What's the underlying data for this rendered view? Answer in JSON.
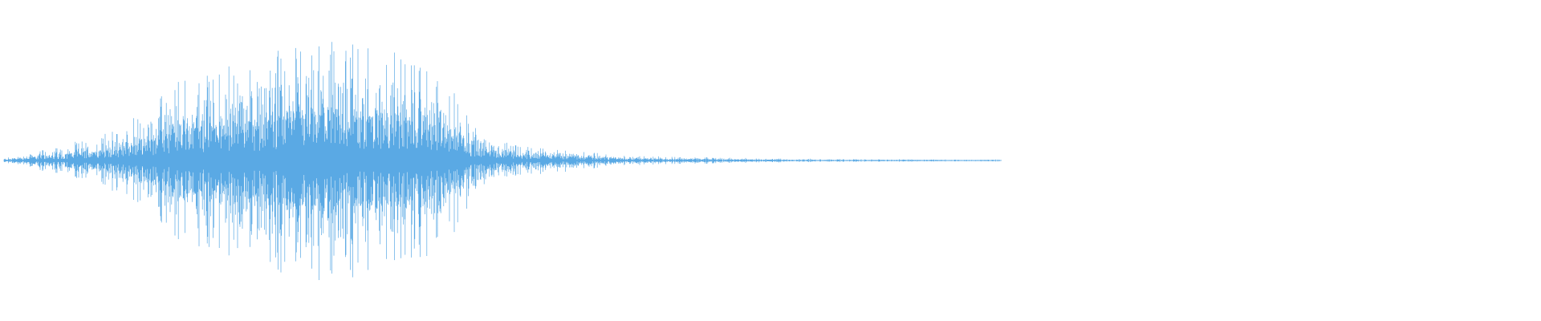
{
  "waveform": {
    "color": "#5aa9e4",
    "background": "#ffffff",
    "duration_fraction_with_signal": 0.65,
    "peak_amplitude": 0.8,
    "envelope": [
      {
        "t": 0.0,
        "amp": 0.01
      },
      {
        "t": 0.02,
        "amp": 0.05
      },
      {
        "t": 0.04,
        "amp": 0.1
      },
      {
        "t": 0.06,
        "amp": 0.14
      },
      {
        "t": 0.08,
        "amp": 0.22
      },
      {
        "t": 0.1,
        "amp": 0.37
      },
      {
        "t": 0.118,
        "amp": 0.55
      },
      {
        "t": 0.16,
        "amp": 0.66
      },
      {
        "t": 0.205,
        "amp": 0.8
      },
      {
        "t": 0.25,
        "amp": 0.74
      },
      {
        "t": 0.28,
        "amp": 0.62
      },
      {
        "t": 0.3,
        "amp": 0.42
      },
      {
        "t": 0.31,
        "amp": 0.2
      },
      {
        "t": 0.33,
        "amp": 0.11
      },
      {
        "t": 0.37,
        "amp": 0.07
      },
      {
        "t": 0.4,
        "amp": 0.035
      },
      {
        "t": 0.45,
        "amp": 0.022
      },
      {
        "t": 0.5,
        "amp": 0.014
      },
      {
        "t": 0.56,
        "amp": 0.009
      },
      {
        "t": 0.65,
        "amp": 0.006
      }
    ]
  }
}
